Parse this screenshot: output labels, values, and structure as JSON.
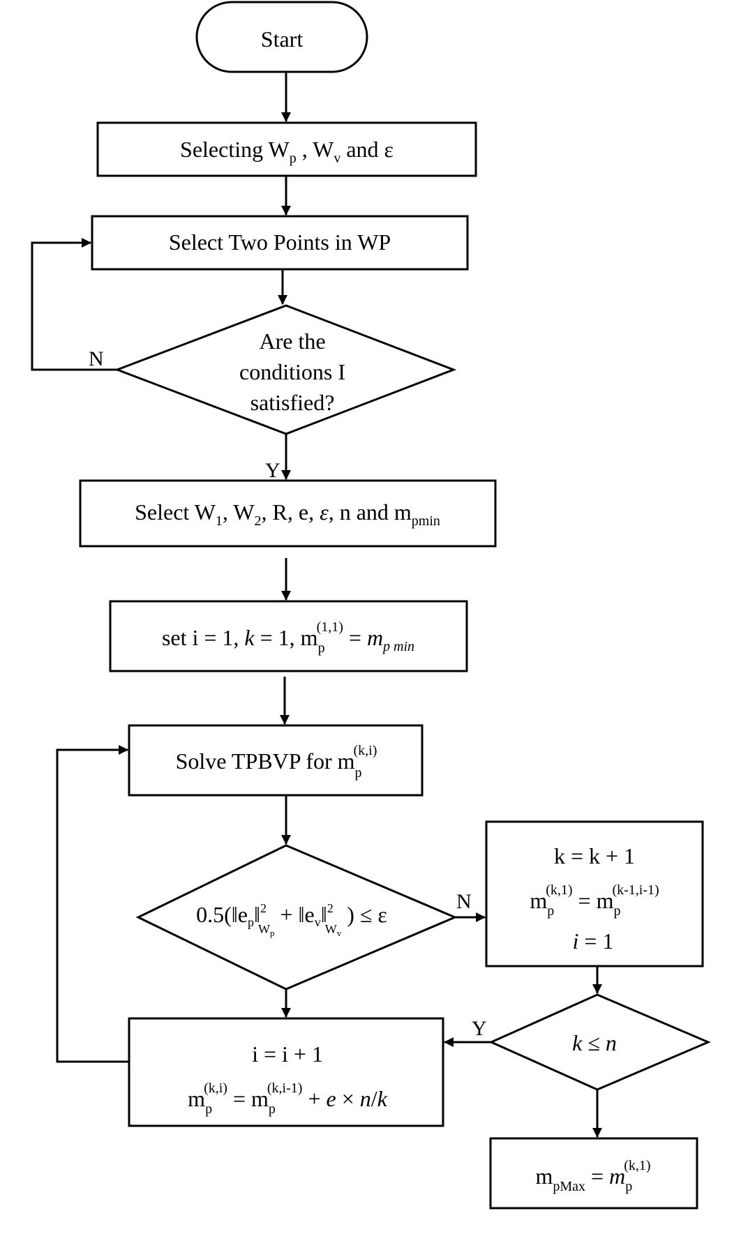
{
  "nodes": {
    "start": {
      "label": "Start"
    },
    "selecting_weights": {
      "prefix": "Selecting W",
      "sub1": "p",
      "mid": " , W",
      "sub2": "v",
      "suffix": " and ε"
    },
    "select_points": {
      "label": "Select Two Points in WP"
    },
    "conditions": {
      "line1": "Are the",
      "line2": "conditions I",
      "line3": "satisfied?"
    },
    "select_params": {
      "a": "Select W",
      "s1": "1",
      "b": ", W",
      "s2": "2",
      "c": ", R, e, ",
      "eps": "ε",
      "d": ", n and m",
      "s3": "pmin"
    },
    "set_init": {
      "a": "set i = 1,  ",
      "k": "k",
      "b": " = 1, m",
      "sub": "p",
      "sup": "(1,1)",
      "c": " = ",
      "m": "m",
      "msub": "p min"
    },
    "solve": {
      "a": "Solve TPBVP for m",
      "sub": "p",
      "sup": "(k,i)"
    },
    "error_check": {
      "a": "0.5(‖e",
      "s1": "p",
      "b": "‖",
      "sup1": "2",
      "s2": "W",
      "s2s": "p",
      "c": " + ‖e",
      "s3": "v",
      "d": "‖",
      "sup2": "2",
      "s4": "W",
      "s4s": "v",
      "e": " ) ≤ ε"
    },
    "k_update": {
      "line1": "k = k + 1",
      "m": "m",
      "sub": "p",
      "sup1": "(k,1)",
      "eq": " = m",
      "sub2": "p",
      "sup2": "(k-1,i-1)",
      "line3a": "i",
      "line3b": " = 1"
    },
    "k_check": {
      "k": "k",
      "rest": " ≤ ",
      "n": "n"
    },
    "i_update": {
      "line1": "i = i + 1",
      "m": "m",
      "sub": "p",
      "sup1": "(k,i)",
      "eq": " = m",
      "sub2": "p",
      "sup2": "(k,i-1)",
      "plus": " + ",
      "e": "e",
      "times": " × ",
      "n": "n",
      "slash": "/",
      "k": "k"
    },
    "result": {
      "m": "m",
      "sub": "pMax",
      "eq": " = ",
      "mi": "m",
      "sub2": "p",
      "sup": "(k,1)"
    }
  },
  "edge_labels": {
    "conditions_no": "N",
    "conditions_yes": "Y",
    "error_no": "N",
    "k_yes": "Y"
  }
}
